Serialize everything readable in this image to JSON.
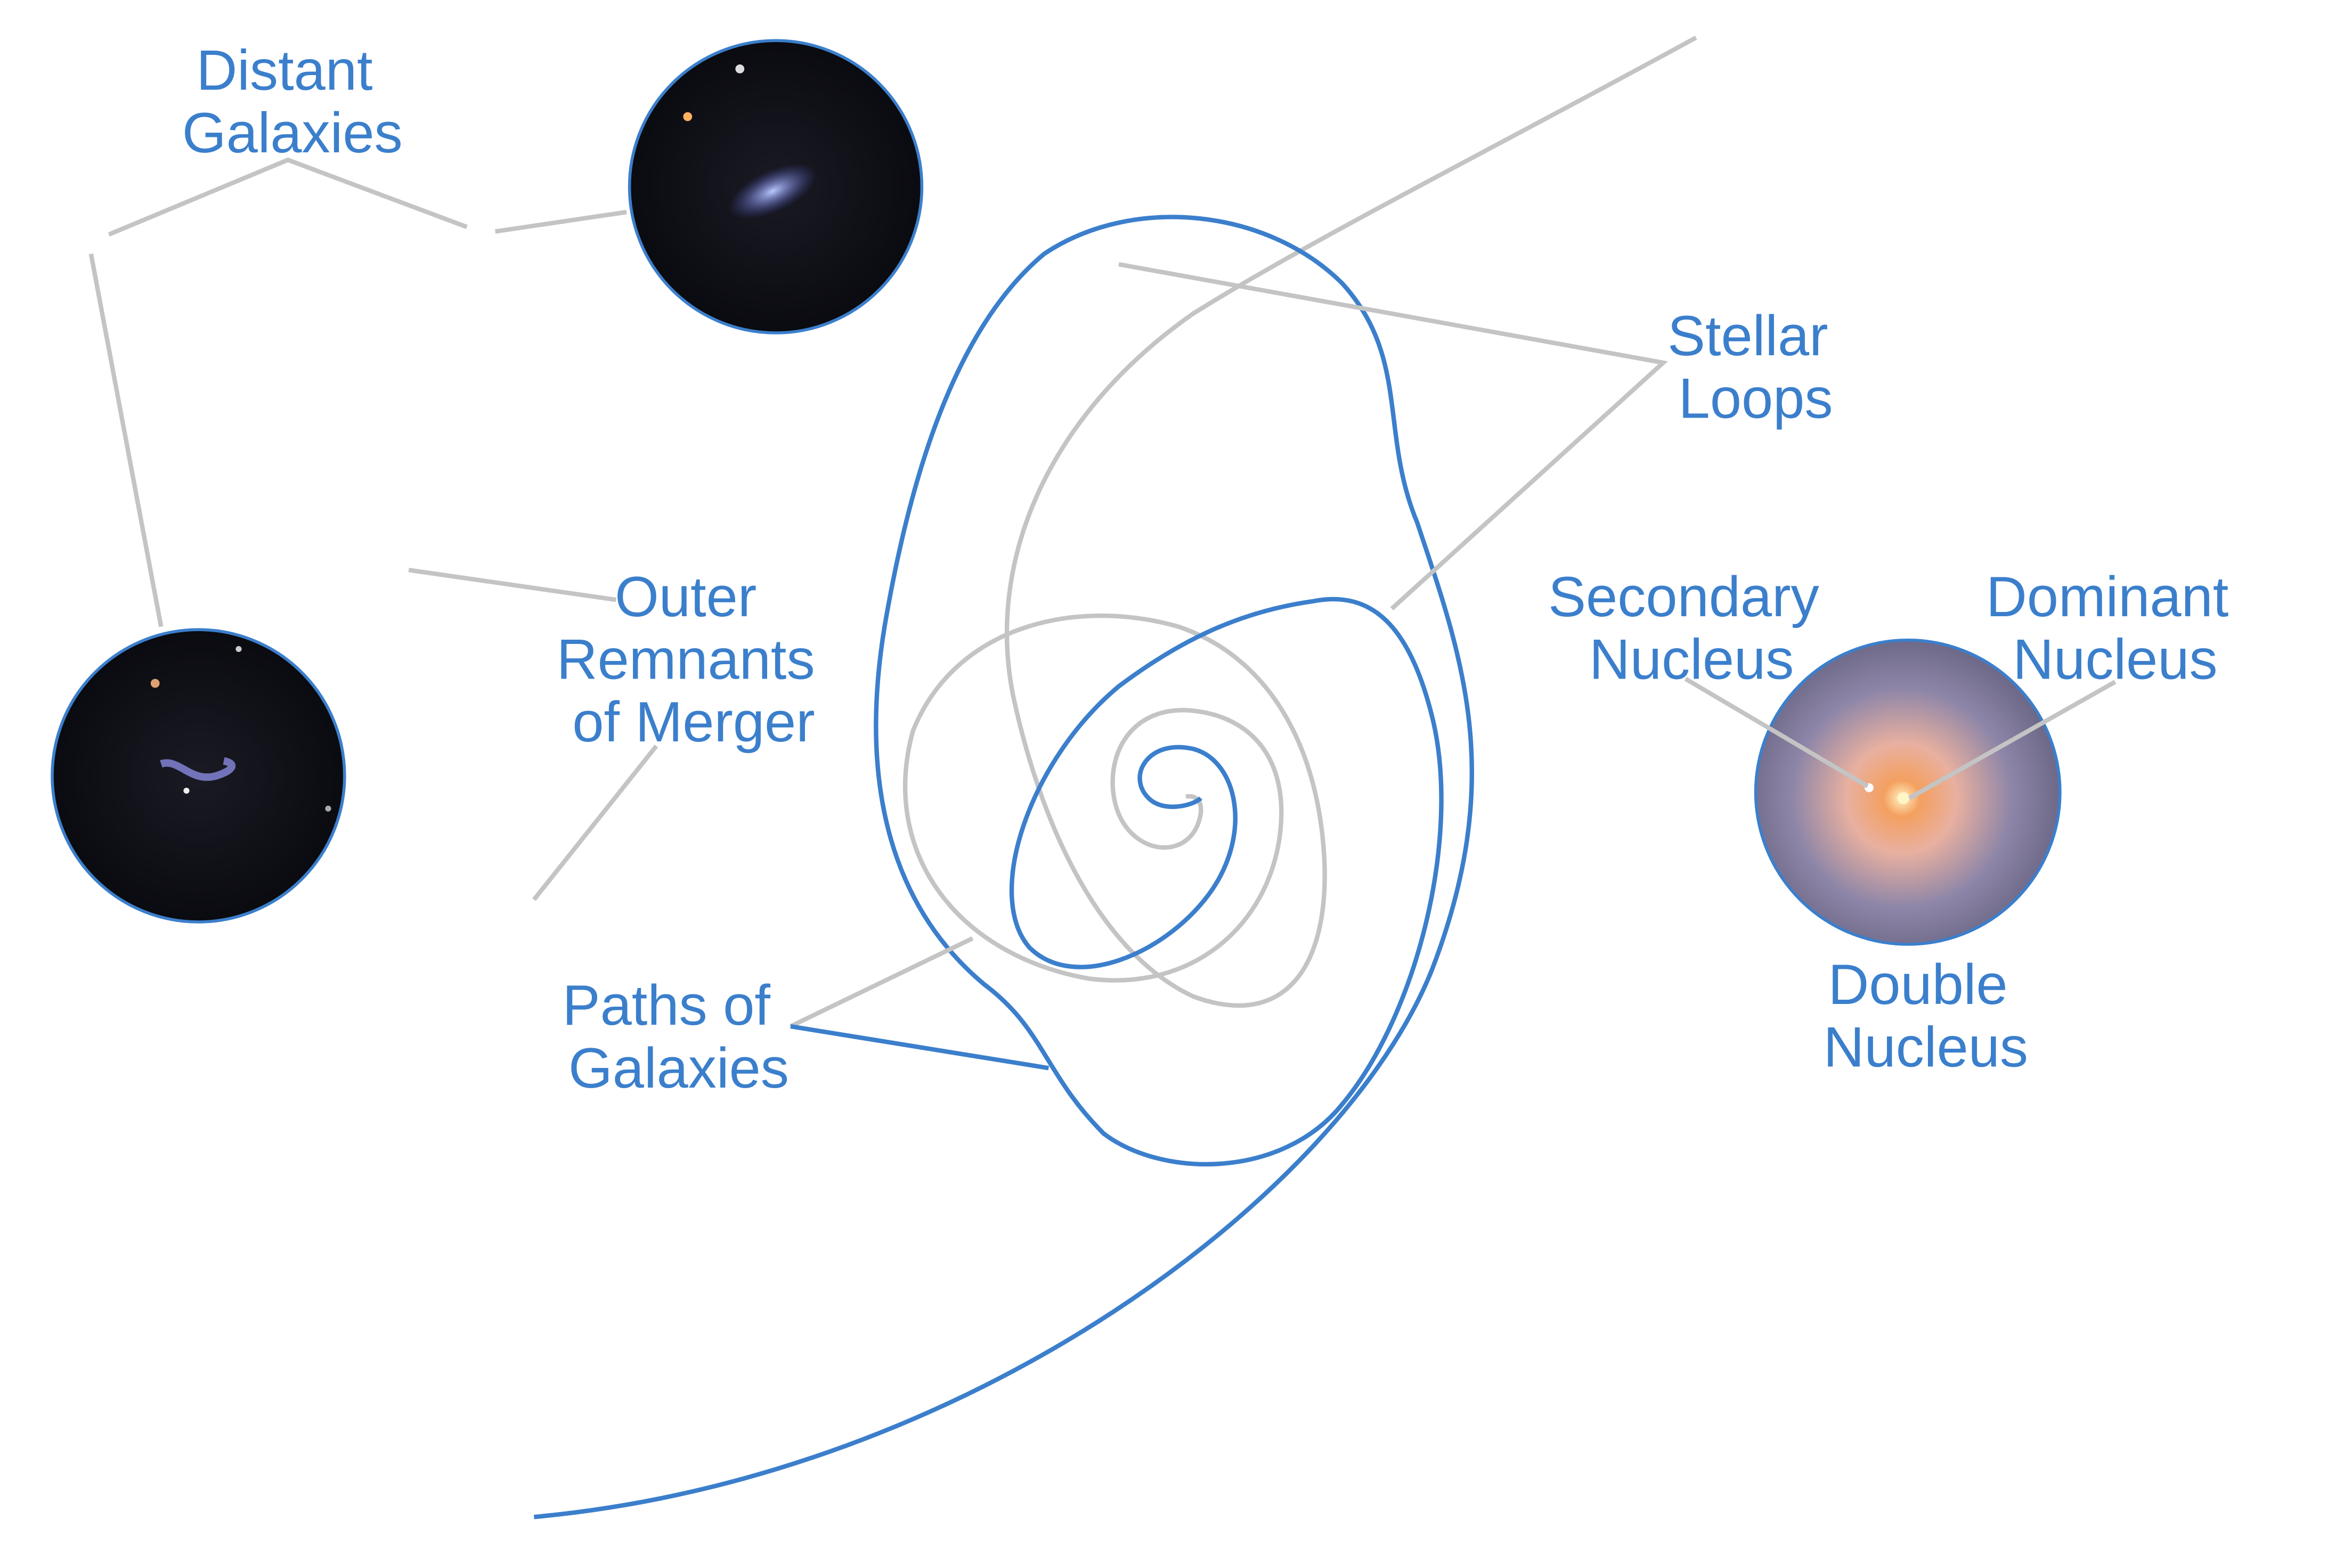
{
  "title": "Galaxy merger diagram",
  "labels": {
    "distant_galaxies": [
      "Distant",
      "Galaxies"
    ],
    "outer_remnants": [
      "Outer",
      "Remnants",
      "of Merger"
    ],
    "stellar_loops": [
      "Stellar",
      "Loops"
    ],
    "paths_of_galaxies": [
      "Paths of",
      "Galaxies"
    ],
    "secondary_nucleus": [
      "Secondary",
      "Nucleus"
    ],
    "dominant_nucleus": [
      "Dominant",
      "Nucleus"
    ],
    "double_nucleus": [
      "Double",
      "Nucleus"
    ]
  },
  "colors": {
    "accent": "#3b7fcc",
    "leader": "#c4c4c4",
    "space": "#0b0c12"
  }
}
